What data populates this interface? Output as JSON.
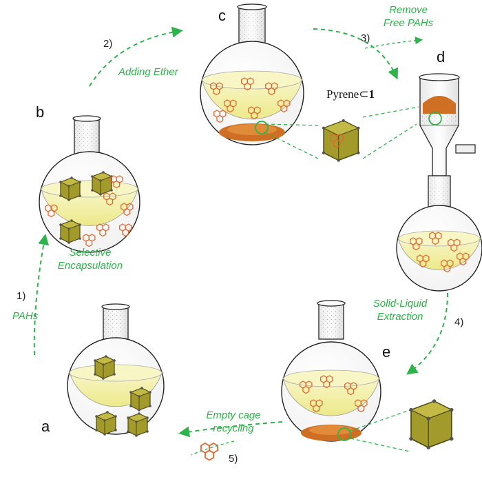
{
  "panel_labels": {
    "a": "a",
    "b": "b",
    "c": "c",
    "d": "d",
    "e": "e"
  },
  "steps": [
    {
      "number": "1)",
      "caption_lines": [
        "Selective",
        "Encapsulation"
      ],
      "side_caption": "PAHs"
    },
    {
      "number": "2)",
      "caption_lines": [
        "Adding Ether"
      ]
    },
    {
      "number": "3)",
      "caption_lines": [
        "Remove",
        "Free PAHs"
      ]
    },
    {
      "number": "4)",
      "caption_lines": [
        "Solid-Liquid",
        "Extraction"
      ]
    },
    {
      "number": "5)",
      "caption_lines": [
        "Empty cage",
        "recycling"
      ]
    }
  ],
  "complex_label": {
    "text": "Pyrene",
    "symbol": "⊂",
    "index": "1"
  },
  "colors": {
    "arrow": "#2db34a",
    "solution": "#f1ef9c",
    "cage": "#a29a2a",
    "pah": "#e0682e",
    "precipitate": "#cf6f23"
  }
}
